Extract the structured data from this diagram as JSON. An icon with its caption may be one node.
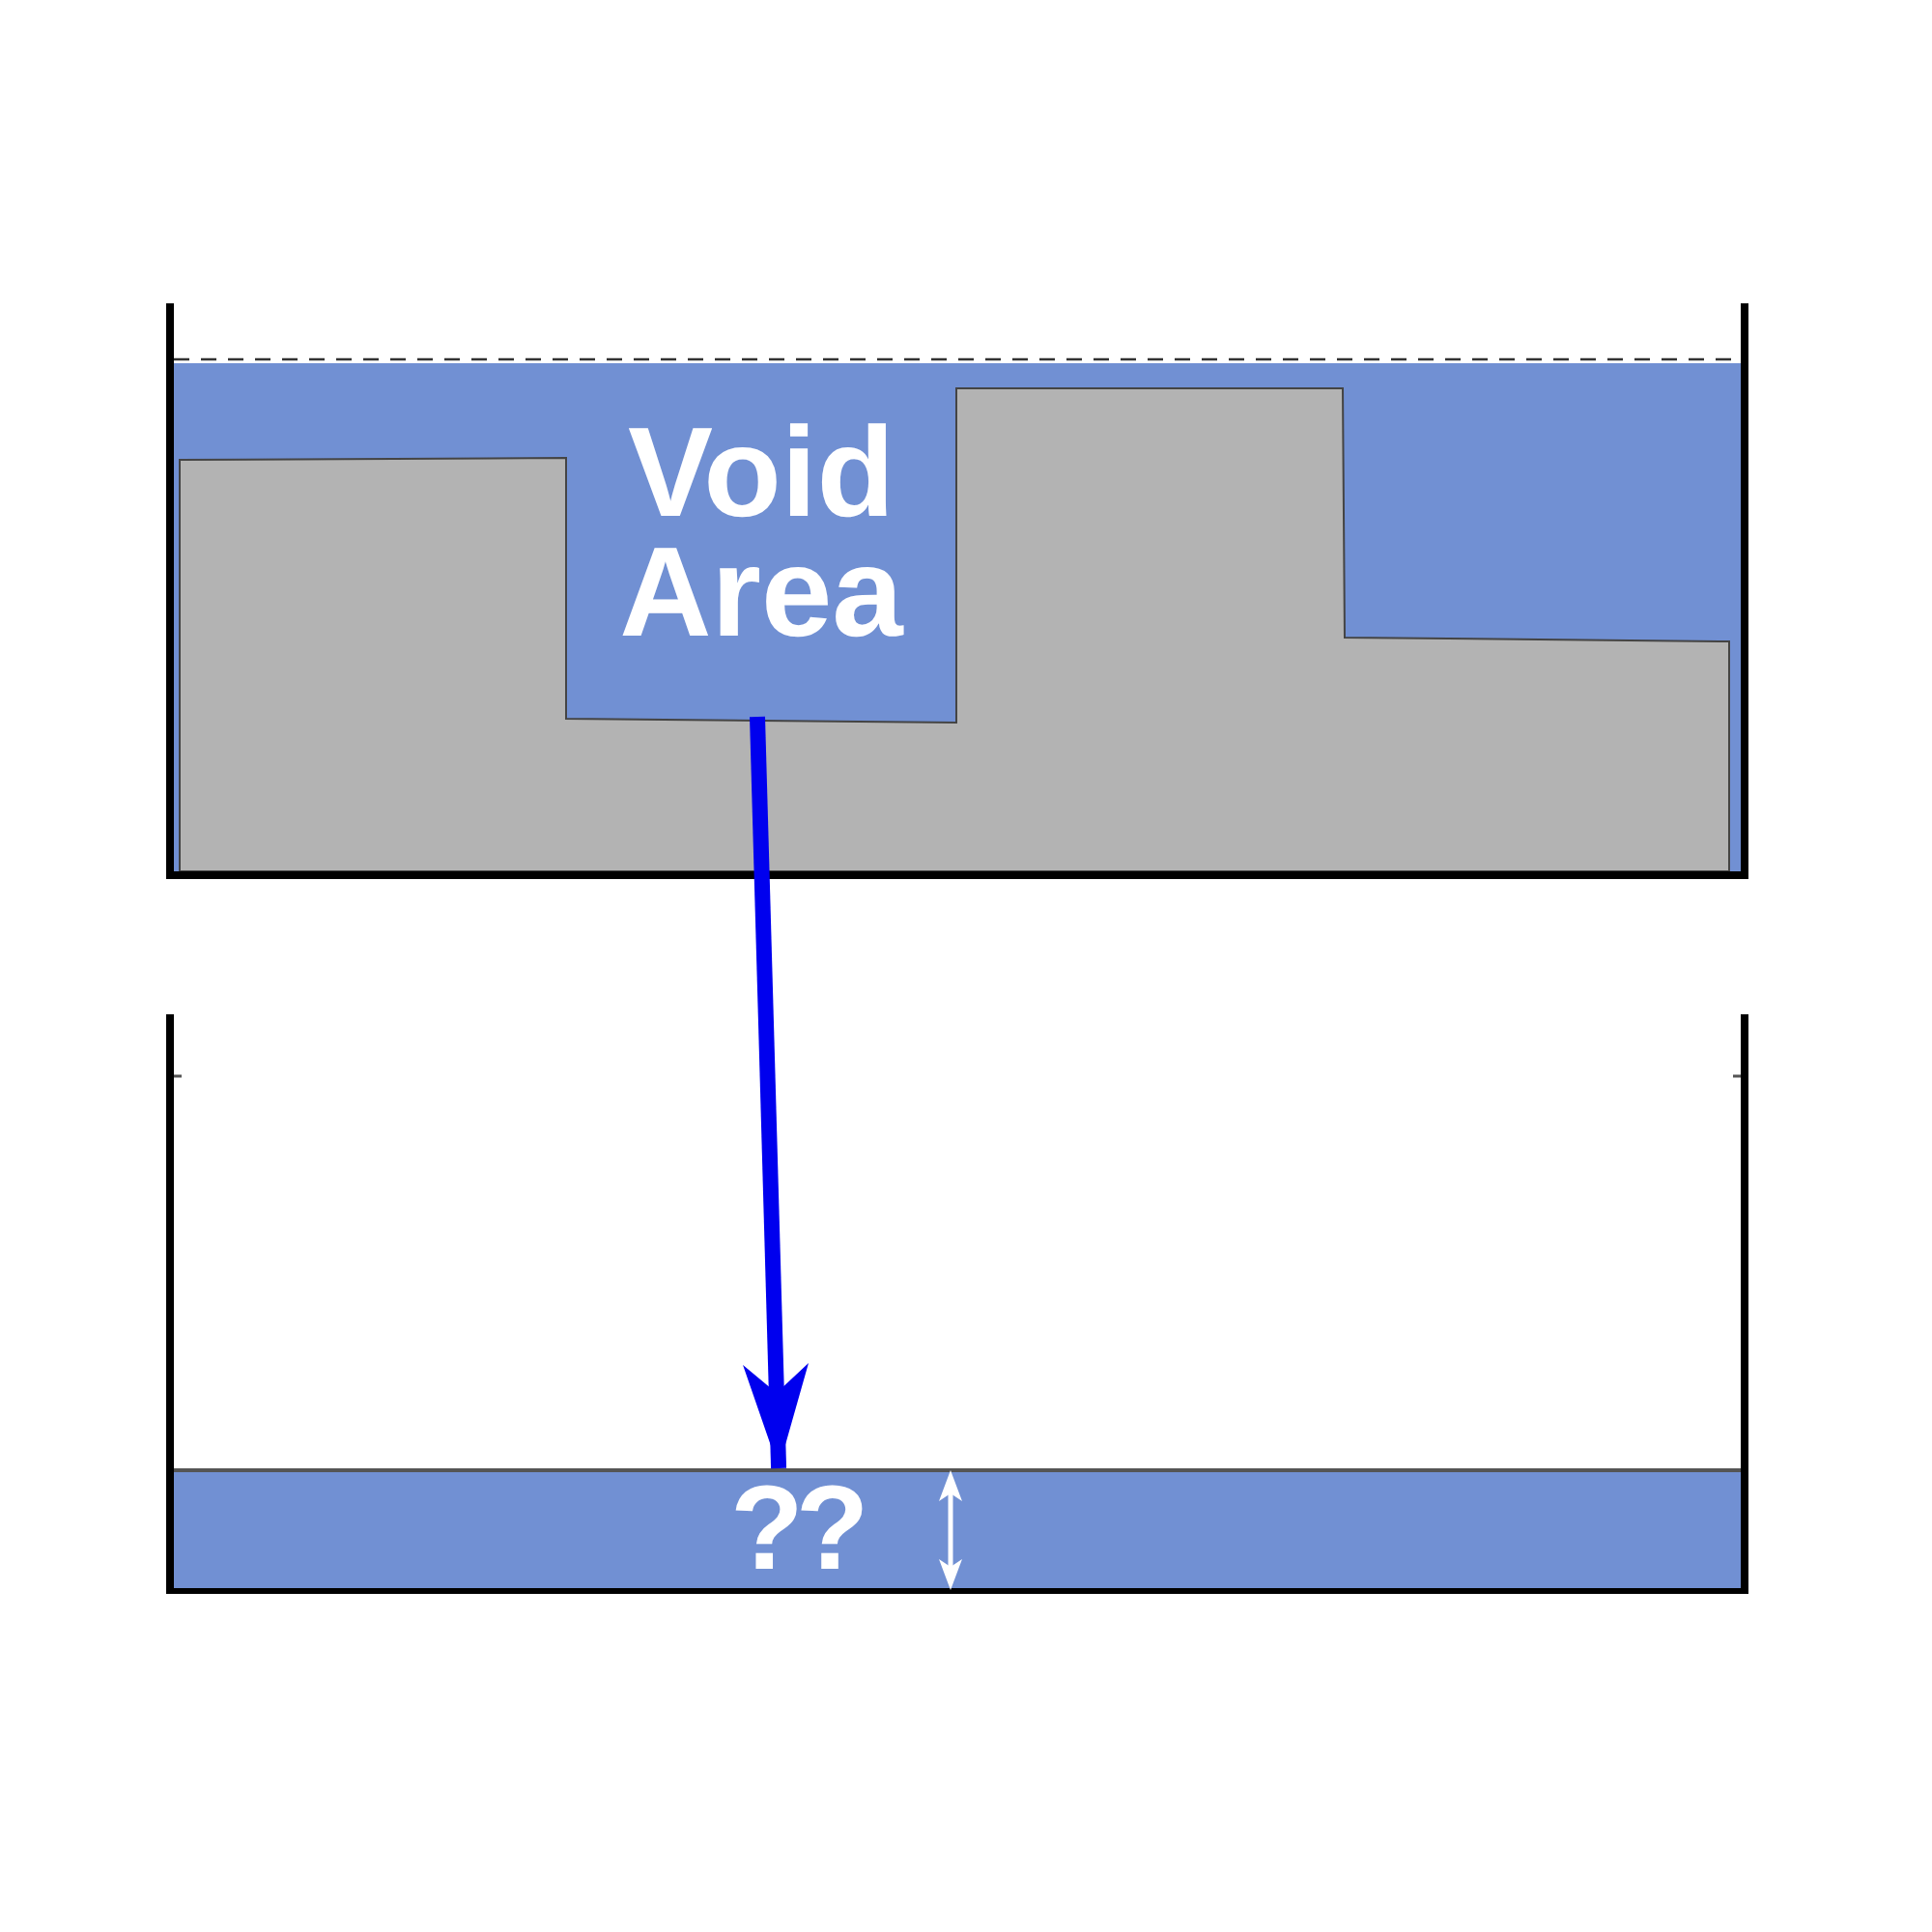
{
  "diagram": {
    "nodes": [
      {
        "text": [
          "Void Area"
        ]
      },
      {
        "text": [
          "??"
        ]
      }
    ],
    "edges": [
      {
        "from": 0,
        "to": 1,
        "arrow": "to",
        "color": "#0000ee"
      }
    ]
  }
}
